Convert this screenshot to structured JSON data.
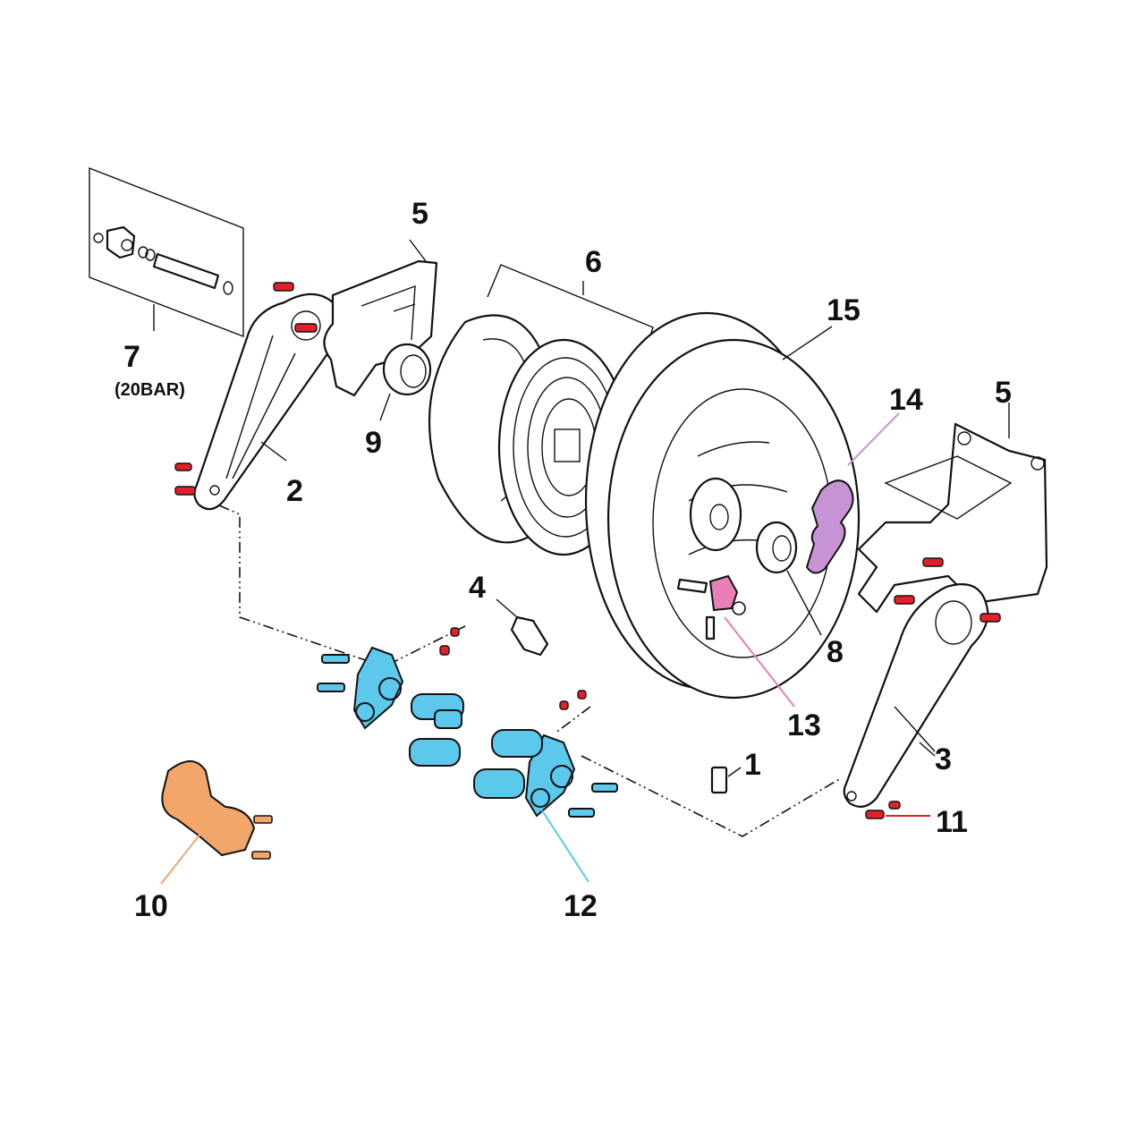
{
  "diagram": {
    "colors": {
      "line": "#111111",
      "screw_red": "#e0202a",
      "bracket_blue": "#5bc8ec",
      "guide_orange": "#f2a66a",
      "latch_purple": "#c793d4",
      "pawl_pink": "#e87fb8"
    },
    "callouts": [
      {
        "id": "1",
        "text": "1"
      },
      {
        "id": "2",
        "text": "2"
      },
      {
        "id": "3",
        "text": "3"
      },
      {
        "id": "4",
        "text": "4"
      },
      {
        "id": "5a",
        "text": "5"
      },
      {
        "id": "5b",
        "text": "5"
      },
      {
        "id": "6",
        "text": "6"
      },
      {
        "id": "7",
        "text": "7",
        "sub": "(20BAR)"
      },
      {
        "id": "8",
        "text": "8"
      },
      {
        "id": "9",
        "text": "9"
      },
      {
        "id": "10",
        "text": "10"
      },
      {
        "id": "11",
        "text": "11"
      },
      {
        "id": "12",
        "text": "12"
      },
      {
        "id": "13",
        "text": "13"
      },
      {
        "id": "14",
        "text": "14"
      },
      {
        "id": "15",
        "text": "15"
      }
    ]
  }
}
